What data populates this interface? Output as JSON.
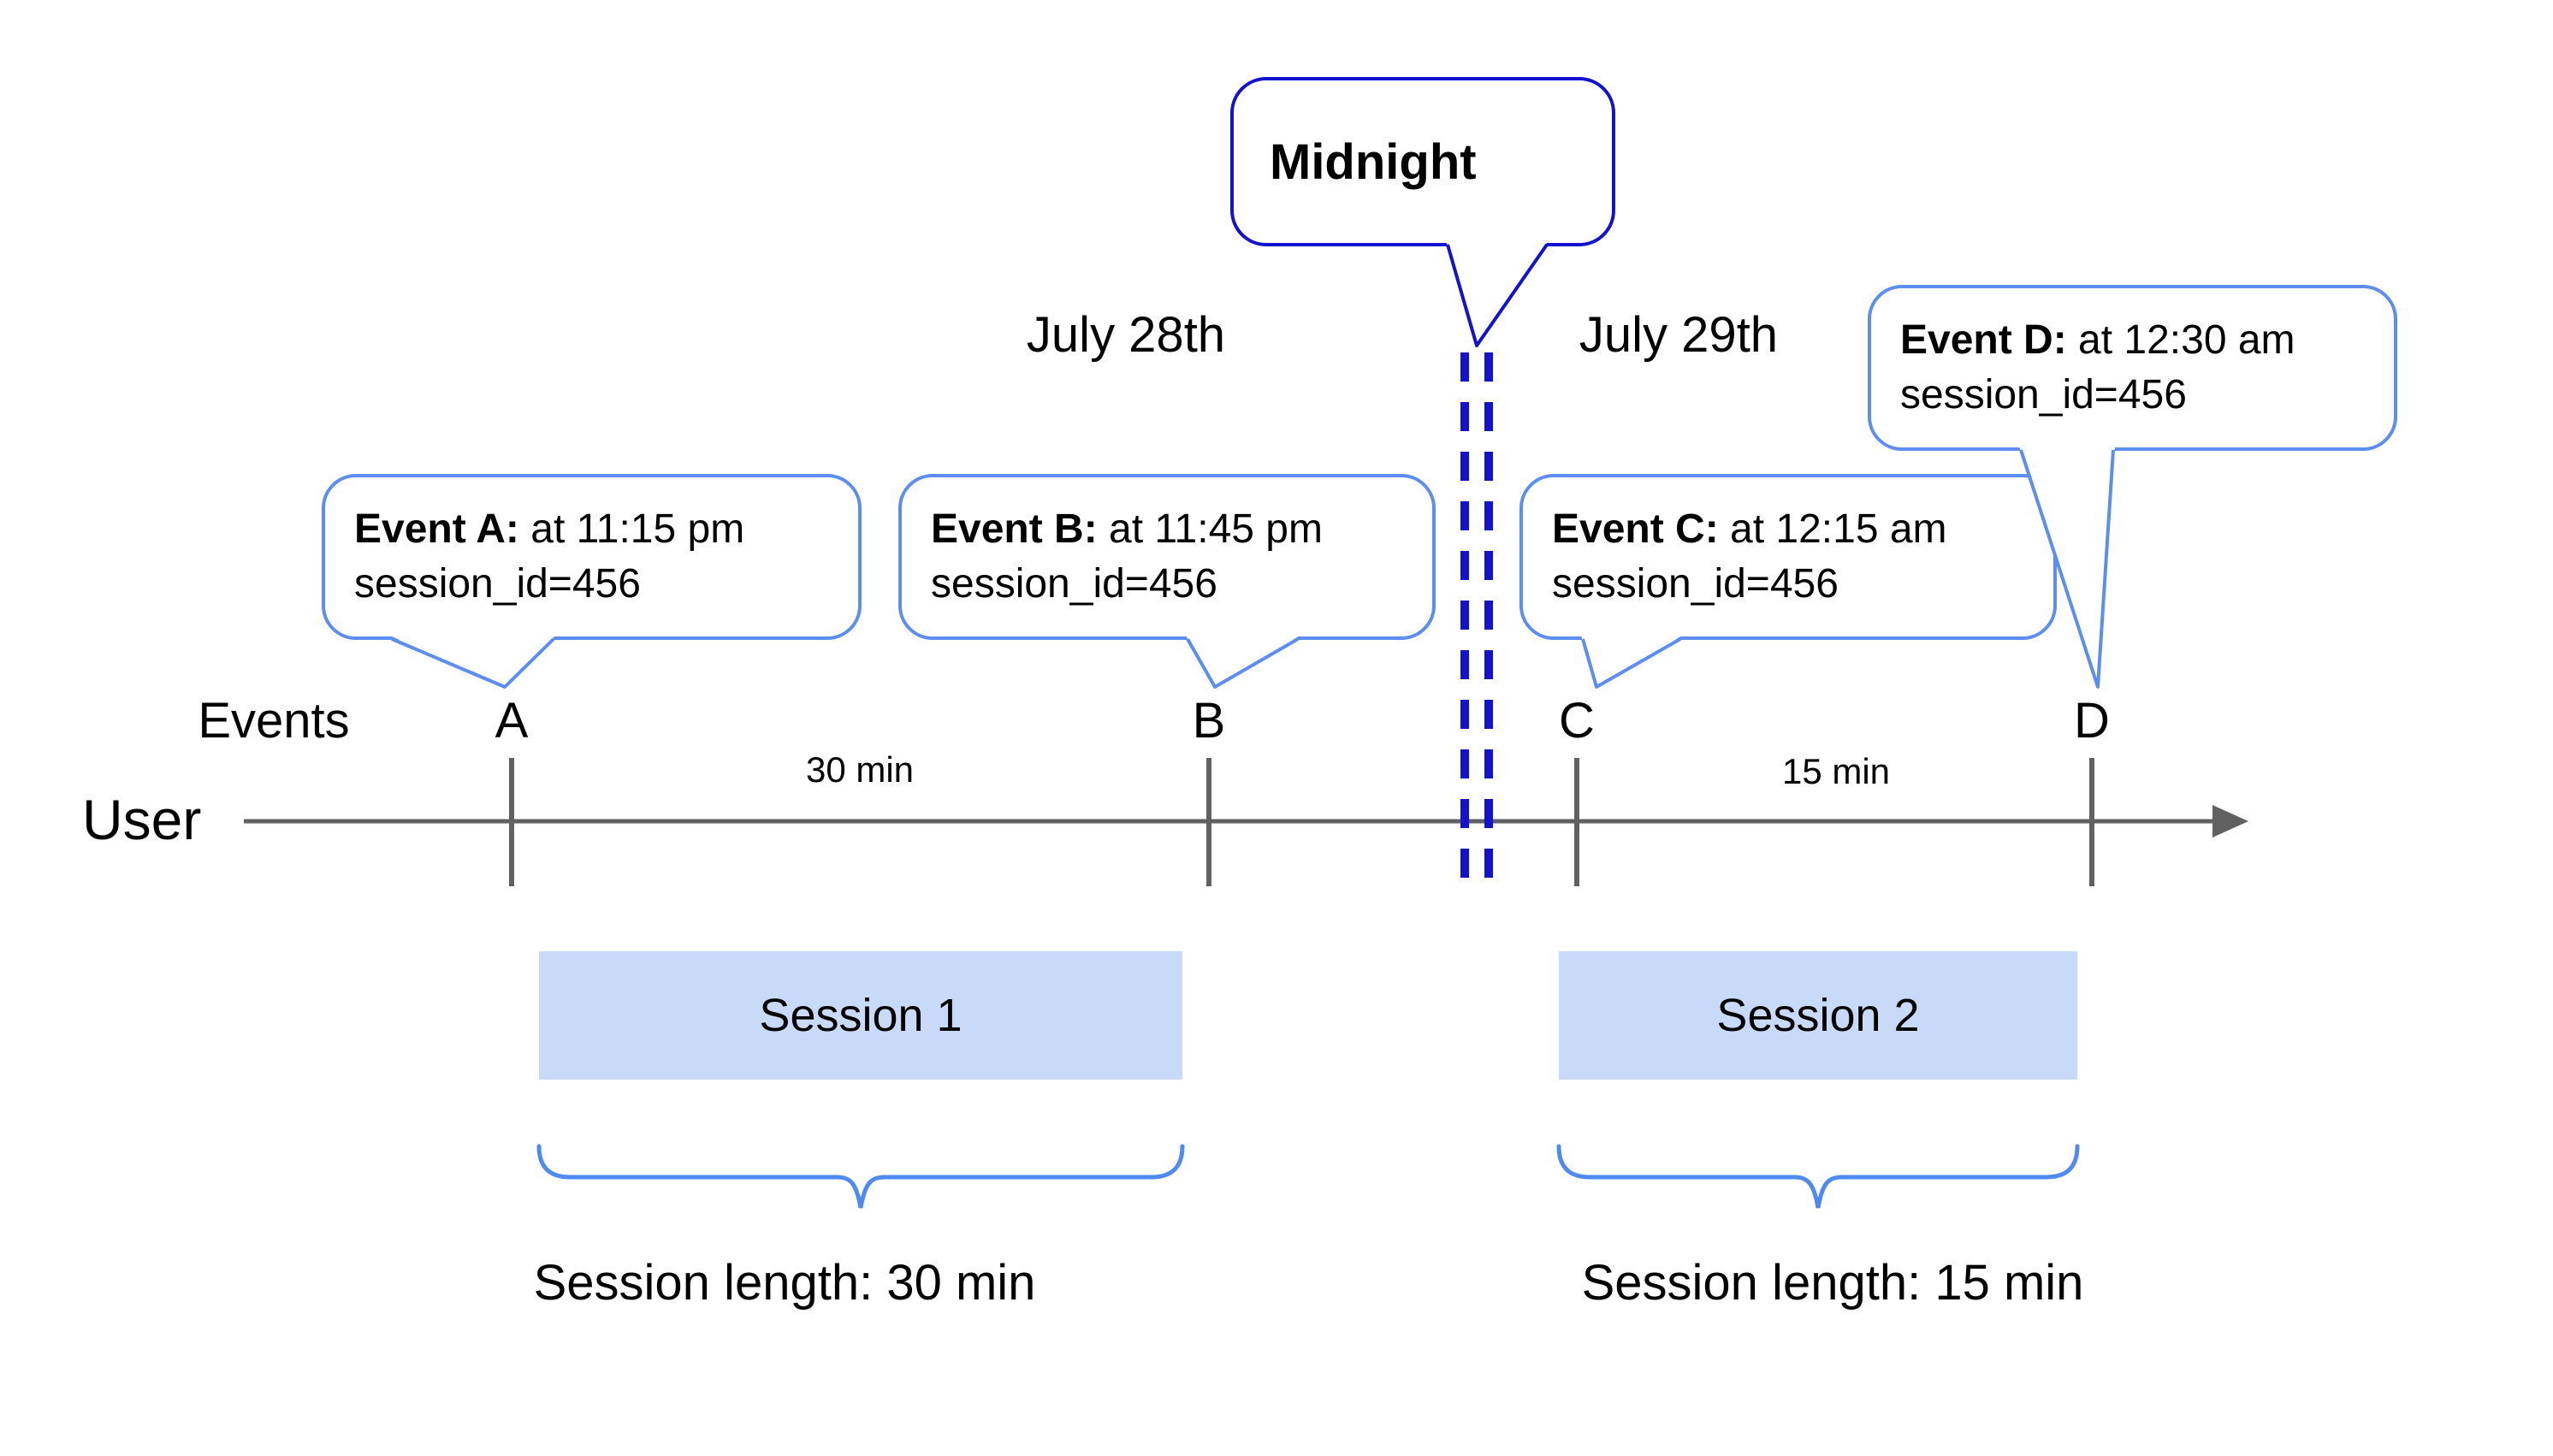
{
  "midnight": {
    "label": "Midnight"
  },
  "dates": {
    "before": "July 28th",
    "after": "July 29th"
  },
  "axis": {
    "events_label": "Events",
    "user_label": "User"
  },
  "events": [
    {
      "tick": "A",
      "title": "Event A:",
      "time": " at 11:15 pm",
      "detail": "session_id=456"
    },
    {
      "tick": "B",
      "title": "Event B:",
      "time": " at 11:45 pm",
      "detail": "session_id=456"
    },
    {
      "tick": "C",
      "title": "Event C:",
      "time": " at 12:15 am",
      "detail": "session_id=456"
    },
    {
      "tick": "D",
      "title": "Event D:",
      "time": " at 12:30 am",
      "detail": "session_id=456"
    }
  ],
  "gaps": [
    {
      "label": "30 min"
    },
    {
      "label": "15 min"
    }
  ],
  "sessions": [
    {
      "label": "Session 1",
      "length": "Session length: 30 min"
    },
    {
      "label": "Session 2",
      "length": "Session length: 15 min"
    }
  ],
  "colors": {
    "dark_blue": "#1212d0",
    "light_blue": "#5b8ef0",
    "brace_blue": "#4e8af0",
    "session_fill": "#c9daf8",
    "axis_gray": "#616161",
    "text": "#000000"
  }
}
